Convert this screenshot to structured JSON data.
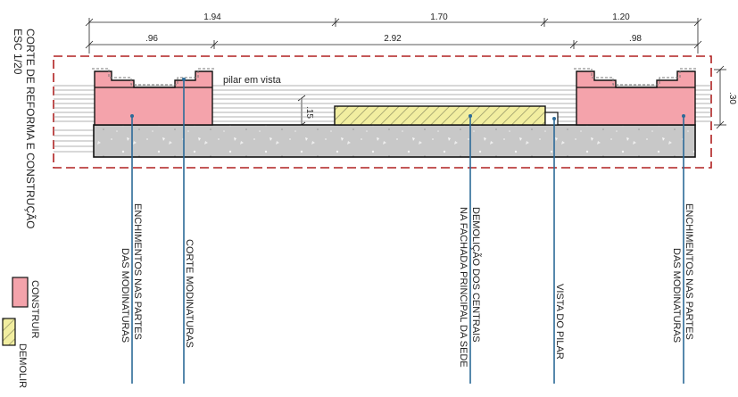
{
  "title": {
    "line1": "CORTE DE REFORMA E CONSTRUÇÃO",
    "line2": "ESC 1/20"
  },
  "dimensions": {
    "top_row": [
      "1.94",
      "1.70",
      "1.20"
    ],
    "second_row": [
      ".96",
      "2.92",
      ".98"
    ],
    "height_right": ".30",
    "height_inner": ".15"
  },
  "labels": {
    "pilar_em_vista": "pilar em vista",
    "callout_1_line1": "ENCHIMENTOS NAS PARTES",
    "callout_1_line2": "DAS MODINATURAS",
    "callout_2": "CORTE MODINATURAS",
    "callout_3_line1": "DEMOLIÇÃO DOS CENTRAIS",
    "callout_3_line2": "NA FACHADA PRINCIPAL DA SEDE",
    "callout_4": "VISTA DO PILAR",
    "callout_5_line1": "ENCHIMENTOS NAS PARTES",
    "callout_5_line2": "DAS MODINATURAS"
  },
  "legend": {
    "construir": "CONSTRUIR",
    "demolir": "DEMOLIR"
  },
  "colors": {
    "construir": "#f4a3ab",
    "demolir": "#f2eea0",
    "concrete": "#c8c8c8",
    "leader": "#2c6a98",
    "frame": "#b02020"
  }
}
